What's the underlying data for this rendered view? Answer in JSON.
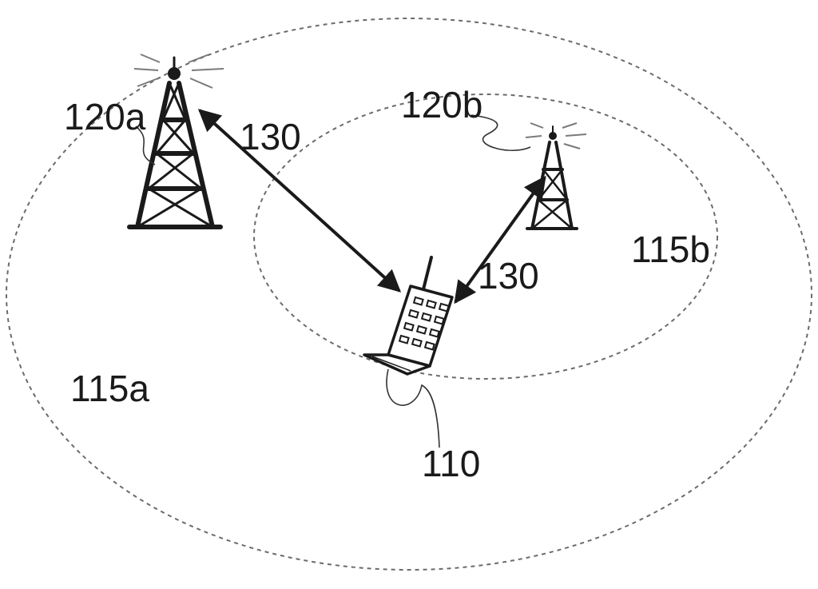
{
  "labels": {
    "tower_a": "120a",
    "tower_b": "120b",
    "link_a": "130",
    "link_b": "130",
    "cell_a": "115a",
    "cell_b": "115b",
    "device": "110"
  }
}
